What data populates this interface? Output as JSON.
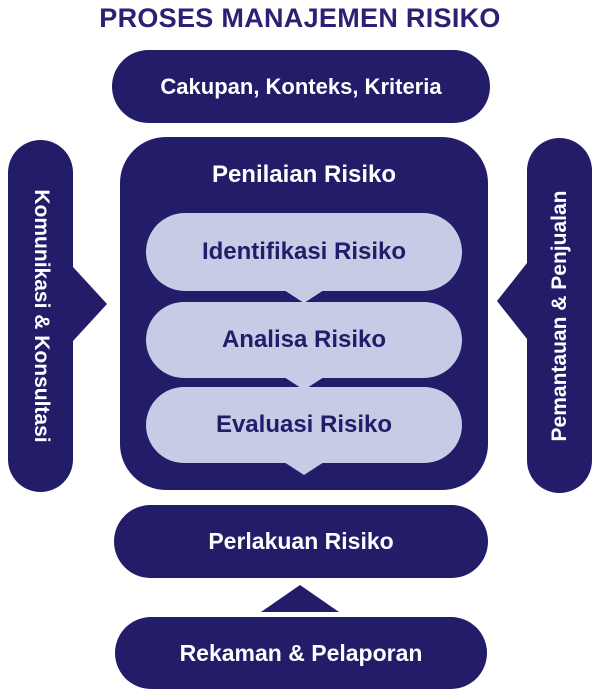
{
  "title": "PROSES MANAJEMEN RISIKO",
  "colors": {
    "navy": "#221c69",
    "lavender": "#c6cce6",
    "title_text": "#2a2173",
    "light_text": "#ffffff"
  },
  "nodes": {
    "scope": "Cakupan, Konteks, Kriteria",
    "communication": "Komunikasi & Konsultasi",
    "monitoring": "Pemantauan & Penjualan",
    "assessment_header": "Penilaian Risiko",
    "assessment_steps": [
      "Identifikasi Risiko",
      "Analisa Risiko",
      "Evaluasi Risiko"
    ],
    "treatment": "Perlakuan Risiko",
    "recording": "Rekaman & Pelaporan"
  }
}
